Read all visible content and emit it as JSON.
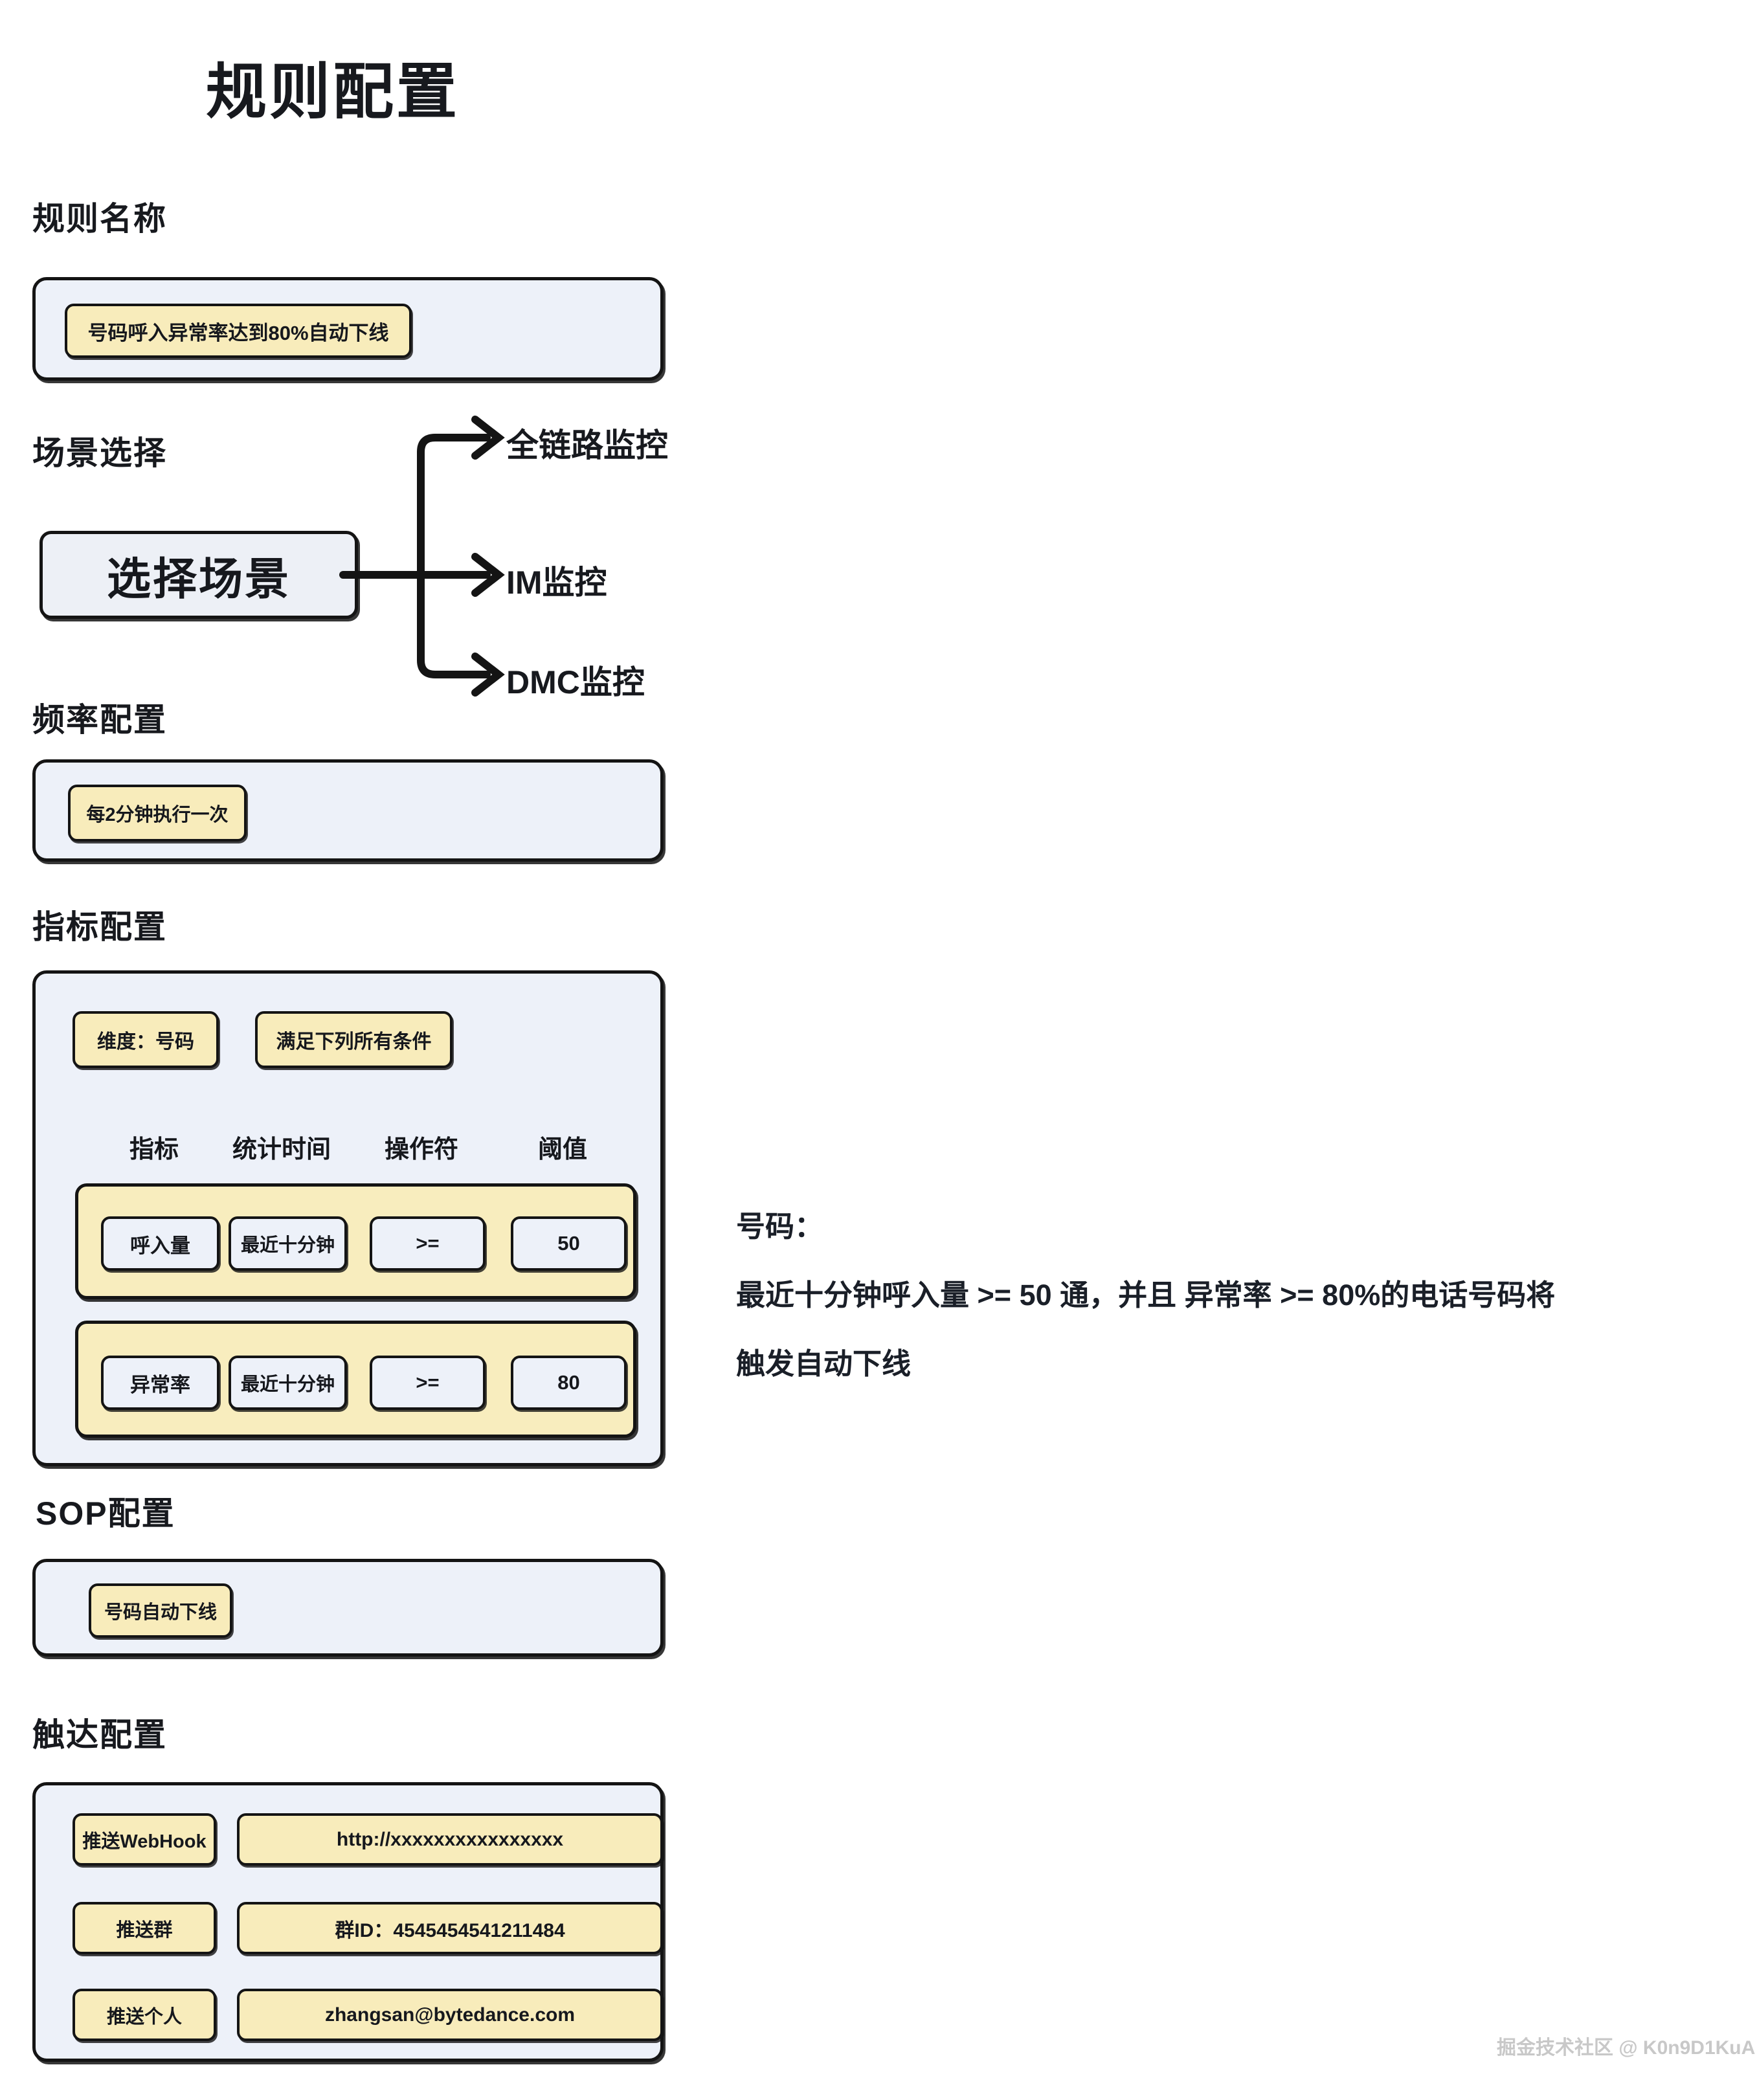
{
  "title": "规则配置",
  "watermark": "掘金技术社区 @ K0n9D1KuA",
  "colors": {
    "panel_bg": "#edf1f9",
    "pill_bg": "#f8ecbb",
    "row_panel_bg": "#f8edbe",
    "border": "#141414",
    "text": "#16181d",
    "watermark": "#c8c8c8"
  },
  "rule_name": {
    "label": "规则名称",
    "value": "号码呼入异常率达到80%自动下线"
  },
  "scene": {
    "label": "场景选择",
    "selector_text": "选择场景",
    "options": [
      "全链路监控",
      "IM监控",
      "DMC监控"
    ]
  },
  "frequency": {
    "label": "频率配置",
    "value": "每2分钟执行一次"
  },
  "metrics": {
    "label": "指标配置",
    "dimension": "维度：号码",
    "condition": "满足下列所有条件",
    "columns": [
      "指标",
      "统计时间",
      "操作符",
      "阈值"
    ],
    "rows": [
      {
        "metric": "呼入量",
        "window": "最近十分钟",
        "operator": ">=",
        "threshold": "50"
      },
      {
        "metric": "异常率",
        "window": "最近十分钟",
        "operator": ">=",
        "threshold": "80"
      }
    ]
  },
  "sop": {
    "label": "SOP配置",
    "value": "号码自动下线"
  },
  "reach": {
    "label": "触达配置",
    "rows": [
      {
        "channel": "推送WebHook",
        "target": "http://xxxxxxxxxxxxxxxx"
      },
      {
        "channel": "推送群",
        "target": "群ID：4545454541211484"
      },
      {
        "channel": "推送个人",
        "target": "zhangsan@bytedance.com"
      }
    ]
  },
  "annotation": {
    "heading": "号码：",
    "line1": "最近十分钟呼入量 >= 50 通，并且 异常率 >= 80%的电话号码将",
    "line2": "触发自动下线"
  }
}
